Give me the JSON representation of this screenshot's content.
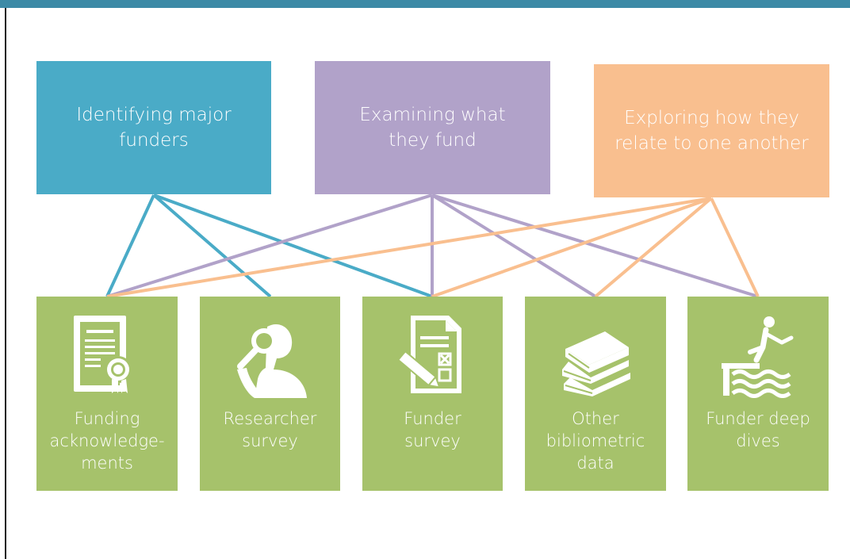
{
  "colors": {
    "header_bar": "#3c8aa6",
    "blue": "#4aabc7",
    "purple": "#b1a2c9",
    "orange": "#f9bf8f",
    "green": "#a6c26b",
    "text": "#ffffff"
  },
  "objectives": [
    {
      "id": "major-funders",
      "label": "Identifying major\nfunders",
      "color": "#4aabc7"
    },
    {
      "id": "what-they-fund",
      "label": "Examining what\nthey fund",
      "color": "#b1a2c9"
    },
    {
      "id": "how-they-relate",
      "label": "Exploring how they\nrelate to one another",
      "color": "#f9bf8f"
    }
  ],
  "sources": [
    {
      "id": "funding-acknowledgements",
      "label": "Funding\nacknowledge-\nments",
      "icon": "certificate-icon"
    },
    {
      "id": "researcher-survey",
      "label": "Researcher\nsurvey",
      "icon": "researcher-magnifier-icon"
    },
    {
      "id": "funder-survey",
      "label": "Funder\nsurvey",
      "icon": "survey-form-pencil-icon"
    },
    {
      "id": "other-bibliometric-data",
      "label": "Other\nbibliometric\ndata",
      "icon": "books-icon"
    },
    {
      "id": "funder-deep-dives",
      "label": "Funder deep\ndives",
      "icon": "diver-icon"
    }
  ],
  "connections": [
    {
      "from": 0,
      "to": 0
    },
    {
      "from": 0,
      "to": 1
    },
    {
      "from": 0,
      "to": 2
    },
    {
      "from": 1,
      "to": 0
    },
    {
      "from": 1,
      "to": 2
    },
    {
      "from": 1,
      "to": 3
    },
    {
      "from": 1,
      "to": 4
    },
    {
      "from": 2,
      "to": 0
    },
    {
      "from": 2,
      "to": 2
    },
    {
      "from": 2,
      "to": 3
    },
    {
      "from": 2,
      "to": 4
    }
  ]
}
